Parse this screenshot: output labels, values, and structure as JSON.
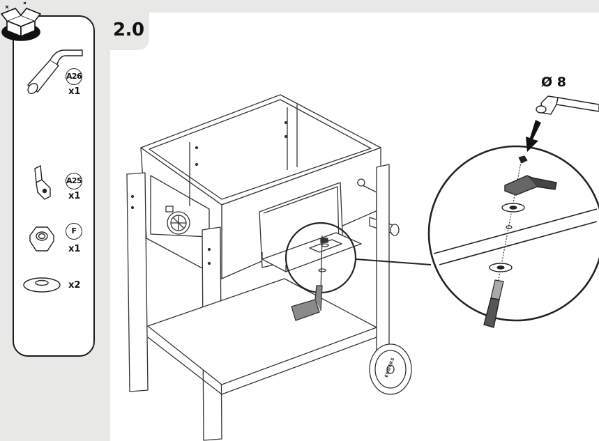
{
  "step": {
    "number": "2.0"
  },
  "parts": [
    {
      "id": "A26",
      "qty": "x1",
      "icon": "handle-icon"
    },
    {
      "id": "A25",
      "qty": "x1",
      "icon": "bracket-icon"
    },
    {
      "id": "F",
      "qty": "x1",
      "icon": "nut-icon"
    },
    {
      "id": "",
      "qty": "x2",
      "icon": "washer-icon"
    }
  ],
  "tool": {
    "label": "Ø 8",
    "icon": "socket-wrench-icon"
  },
  "wheel": {
    "brand": "ENDERS"
  },
  "colors": {
    "line": "#222222",
    "panel_bg": "#e8e8e6",
    "sheet": "#ffffff",
    "handle_fill": "#8a8a8a"
  }
}
